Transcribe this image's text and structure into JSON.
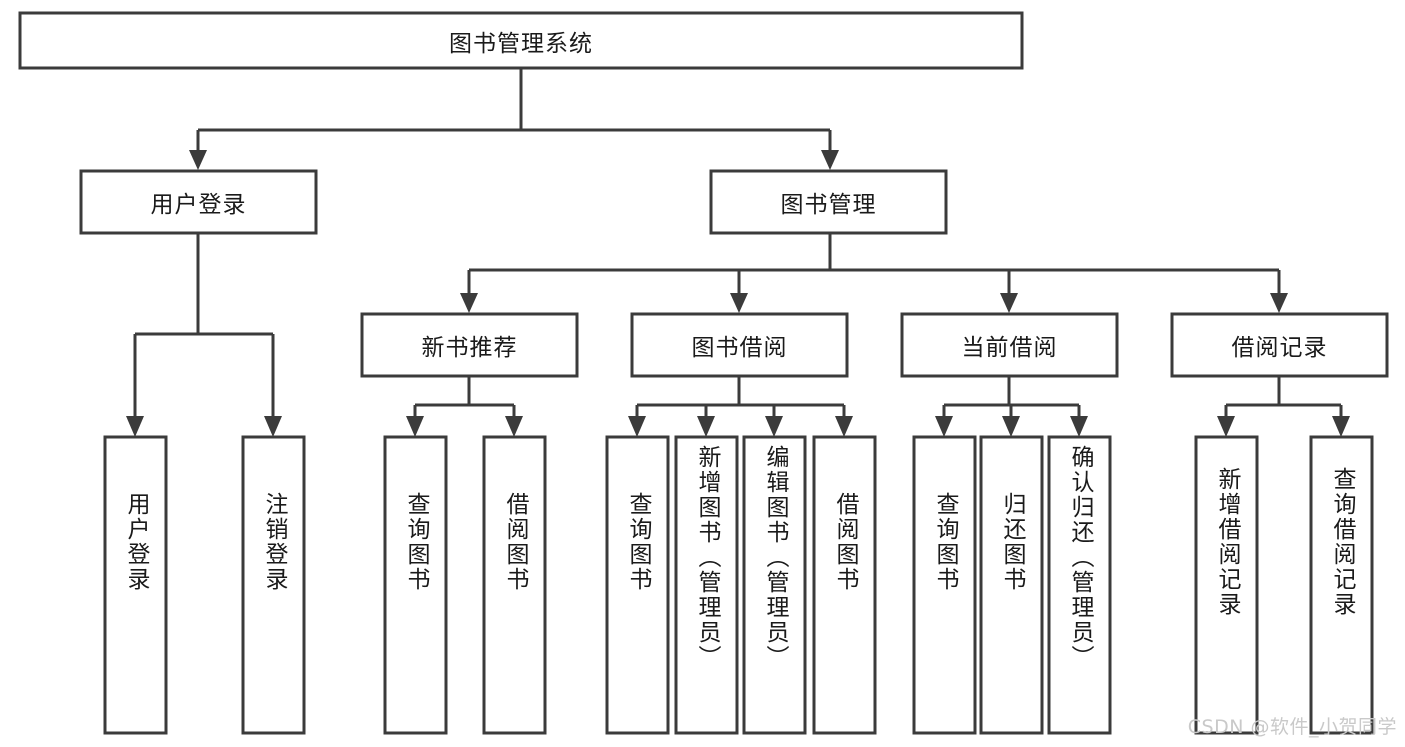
{
  "diagram": {
    "type": "tree-hierarchy",
    "title": "图书管理系统",
    "orientation": "top-down",
    "colors": {
      "box_fill": "#ffffff",
      "box_stroke": "#3b3b3b",
      "text": "#1a1a1a",
      "background": "#ffffff",
      "watermark": "#c9c9c9"
    },
    "root": {
      "id": "root",
      "label": "图书管理系统",
      "text_orientation": "horizontal"
    },
    "level2": [
      {
        "id": "user-login",
        "label": "用户登录",
        "text_orientation": "horizontal"
      },
      {
        "id": "book-manage",
        "label": "图书管理",
        "text_orientation": "horizontal"
      }
    ],
    "level3": [
      {
        "id": "new-book-recommend",
        "label": "新书推荐",
        "parent": "book-manage",
        "text_orientation": "horizontal"
      },
      {
        "id": "book-borrow",
        "label": "图书借阅",
        "parent": "book-manage",
        "text_orientation": "horizontal"
      },
      {
        "id": "current-borrow",
        "label": "当前借阅",
        "parent": "book-manage",
        "text_orientation": "horizontal"
      },
      {
        "id": "borrow-record",
        "label": "借阅记录",
        "parent": "book-manage",
        "text_orientation": "horizontal"
      }
    ],
    "leaves": [
      {
        "id": "leaf-user-login",
        "label": "用户登录",
        "parent": "user-login",
        "text_orientation": "vertical"
      },
      {
        "id": "leaf-user-logout",
        "label": "注销登录",
        "parent": "user-login",
        "text_orientation": "vertical"
      },
      {
        "id": "leaf-query-book-1",
        "label": "查询图书",
        "parent": "new-book-recommend",
        "text_orientation": "vertical"
      },
      {
        "id": "leaf-borrow-book-1",
        "label": "借阅图书",
        "parent": "new-book-recommend",
        "text_orientation": "vertical"
      },
      {
        "id": "leaf-query-book-2",
        "label": "查询图书",
        "parent": "book-borrow",
        "text_orientation": "vertical"
      },
      {
        "id": "leaf-add-book",
        "label": "新增图书（管理员）",
        "parent": "book-borrow",
        "text_orientation": "vertical"
      },
      {
        "id": "leaf-edit-book",
        "label": "编辑图书（管理员）",
        "parent": "book-borrow",
        "text_orientation": "vertical"
      },
      {
        "id": "leaf-borrow-book-2",
        "label": "借阅图书",
        "parent": "book-borrow",
        "text_orientation": "vertical"
      },
      {
        "id": "leaf-query-book-3",
        "label": "查询图书",
        "parent": "current-borrow",
        "text_orientation": "vertical"
      },
      {
        "id": "leaf-return-book",
        "label": "归还图书",
        "parent": "current-borrow",
        "text_orientation": "vertical"
      },
      {
        "id": "leaf-confirm-return",
        "label": "确认归还（管理员）",
        "parent": "current-borrow",
        "text_orientation": "vertical"
      },
      {
        "id": "leaf-add-record",
        "label": "新增借阅记录",
        "parent": "borrow-record",
        "text_orientation": "vertical"
      },
      {
        "id": "leaf-query-record",
        "label": "查询借阅记录",
        "parent": "borrow-record",
        "text_orientation": "vertical"
      }
    ]
  },
  "watermark": {
    "text": "CSDN @软件_小贺同学"
  }
}
